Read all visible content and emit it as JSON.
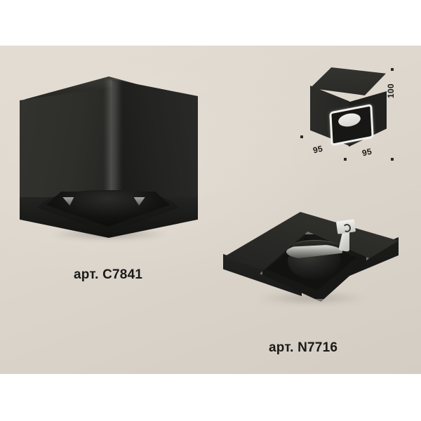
{
  "page": {
    "background_color": "#d8d1c8",
    "surround_color": "#ffffff"
  },
  "products": [
    {
      "id": "main-fixture",
      "name": "square-surface-spotlight",
      "caption": "арт. C7841",
      "body_color": "#2b2b28",
      "accent_color": "#b9b9b4"
    },
    {
      "id": "second-fixture",
      "name": "square-recessed-spotlight",
      "caption": "арт. N7716",
      "body_color": "#232321",
      "accent_color": "#6e6e6b"
    }
  ],
  "dimension_diagram": {
    "name": "isometric-dimension-drawing",
    "unit": "mm",
    "height": "100",
    "width_left": "95",
    "width_right": "95",
    "marker_color": "#2b2b28",
    "light_ring_color": "#f4f2ee"
  }
}
